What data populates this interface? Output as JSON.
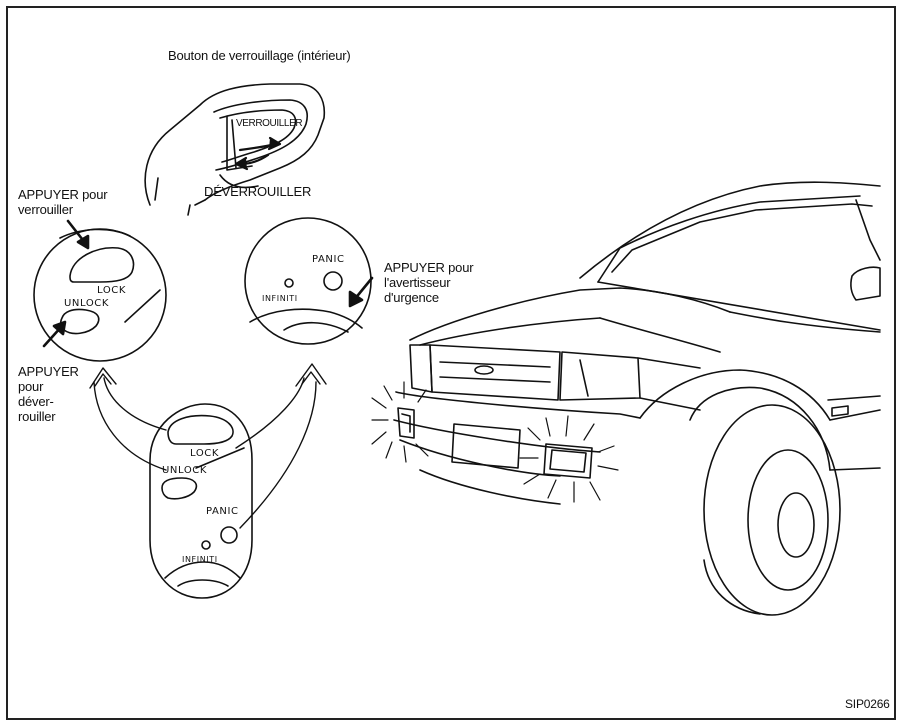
{
  "labels": {
    "lock_button_interior": "Bouton de verrouillage (intérieur)",
    "verrouiller": "VERROUILLER",
    "deverrouiller": "DÉVERROUILLER",
    "press_to_lock": "APPUYER pour\nverrouiller",
    "press_to_unlock": "APPUYER\npour\ndéver-\nrouiller",
    "press_for_alarm": "APPUYER pour\nl'avertisseur\nd'urgence",
    "figure_code": "SIP0266"
  },
  "keyfob": {
    "lock": "LOCK",
    "unlock": "UNLOCK",
    "panic": "PANIC",
    "brand": "INFINITI"
  },
  "colors": {
    "ink": "#111111",
    "background": "#ffffff"
  }
}
